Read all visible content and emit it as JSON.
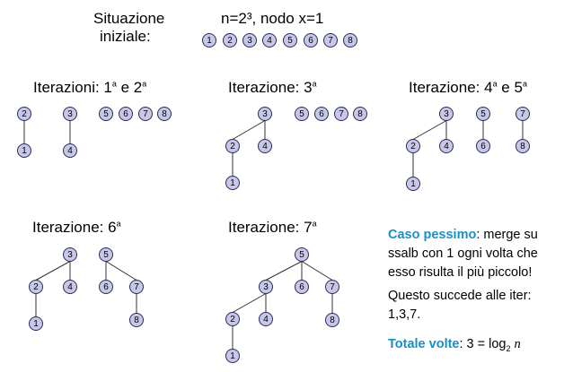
{
  "header": {
    "situation_line1": "Situazione",
    "situation_line2": "iniziale:",
    "params": "n=2³, nodo x=1"
  },
  "initial_nodes": [
    "1",
    "2",
    "3",
    "4",
    "5",
    "6",
    "7",
    "8"
  ],
  "panels": [
    {
      "title_prefix": "Iterazioni: 1",
      "title_sup": "a",
      "title_mid": " e 2",
      "title_sup2": "a"
    },
    {
      "title_prefix": "Iterazione: 3",
      "title_sup": "a"
    },
    {
      "title_prefix": "Iterazione: 4",
      "title_sup": "a",
      "title_mid": " e 5",
      "title_sup2": "a"
    },
    {
      "title_prefix": "Iterazione: 6",
      "title_sup": "a"
    },
    {
      "title_prefix": "Iterazione: 7",
      "title_sup": "a"
    }
  ],
  "trees": [
    {
      "nodes": [
        {
          "id": "p1-2",
          "label": "2"
        },
        {
          "id": "p1-1",
          "label": "1"
        },
        {
          "id": "p1-3",
          "label": "3"
        },
        {
          "id": "p1-4",
          "label": "4"
        },
        {
          "id": "p1-5",
          "label": "5"
        },
        {
          "id": "p1-6",
          "label": "6"
        },
        {
          "id": "p1-7",
          "label": "7"
        },
        {
          "id": "p1-8",
          "label": "8"
        }
      ],
      "edges": [
        [
          "p1-2",
          "p1-1"
        ],
        [
          "p1-3",
          "p1-4"
        ]
      ]
    },
    {
      "nodes": [
        {
          "id": "p2-3",
          "label": "3"
        },
        {
          "id": "p2-2",
          "label": "2"
        },
        {
          "id": "p2-4",
          "label": "4"
        },
        {
          "id": "p2-1",
          "label": "1"
        },
        {
          "id": "p2-5",
          "label": "5"
        },
        {
          "id": "p2-6",
          "label": "6"
        },
        {
          "id": "p2-7",
          "label": "7"
        },
        {
          "id": "p2-8",
          "label": "8"
        }
      ],
      "edges": [
        [
          "p2-3",
          "p2-2"
        ],
        [
          "p2-3",
          "p2-4"
        ],
        [
          "p2-2",
          "p2-1"
        ]
      ]
    },
    {
      "nodes": [
        {
          "id": "p3-3",
          "label": "3"
        },
        {
          "id": "p3-2",
          "label": "2"
        },
        {
          "id": "p3-4",
          "label": "4"
        },
        {
          "id": "p3-1",
          "label": "1"
        },
        {
          "id": "p3-5",
          "label": "5"
        },
        {
          "id": "p3-6",
          "label": "6"
        },
        {
          "id": "p3-7",
          "label": "7"
        },
        {
          "id": "p3-8",
          "label": "8"
        }
      ],
      "edges": [
        [
          "p3-3",
          "p3-2"
        ],
        [
          "p3-3",
          "p3-4"
        ],
        [
          "p3-2",
          "p3-1"
        ],
        [
          "p3-5",
          "p3-6"
        ],
        [
          "p3-7",
          "p3-8"
        ]
      ]
    },
    {
      "nodes": [
        {
          "id": "p4-3",
          "label": "3"
        },
        {
          "id": "p4-2",
          "label": "2"
        },
        {
          "id": "p4-4",
          "label": "4"
        },
        {
          "id": "p4-1",
          "label": "1"
        },
        {
          "id": "p4-5",
          "label": "5"
        },
        {
          "id": "p4-6",
          "label": "6"
        },
        {
          "id": "p4-7",
          "label": "7"
        },
        {
          "id": "p4-8",
          "label": "8"
        }
      ],
      "edges": [
        [
          "p4-3",
          "p4-2"
        ],
        [
          "p4-3",
          "p4-4"
        ],
        [
          "p4-2",
          "p4-1"
        ],
        [
          "p4-5",
          "p4-6"
        ],
        [
          "p4-5",
          "p4-7"
        ],
        [
          "p4-7",
          "p4-8"
        ]
      ]
    },
    {
      "nodes": [
        {
          "id": "p5-5",
          "label": "5"
        },
        {
          "id": "p5-3",
          "label": "3"
        },
        {
          "id": "p5-6",
          "label": "6"
        },
        {
          "id": "p5-7",
          "label": "7"
        },
        {
          "id": "p5-2",
          "label": "2"
        },
        {
          "id": "p5-4",
          "label": "4"
        },
        {
          "id": "p5-8",
          "label": "8"
        },
        {
          "id": "p5-1",
          "label": "1"
        }
      ],
      "edges": [
        [
          "p5-5",
          "p5-3"
        ],
        [
          "p5-5",
          "p5-6"
        ],
        [
          "p5-5",
          "p5-7"
        ],
        [
          "p5-3",
          "p5-2"
        ],
        [
          "p5-3",
          "p5-4"
        ],
        [
          "p5-2",
          "p5-1"
        ],
        [
          "p5-7",
          "p5-8"
        ]
      ]
    }
  ],
  "side_text": {
    "worst_case_label": "Caso pessimo",
    "worst_case_rest1": ": merge su",
    "worst_case_line2": "ssalb con 1 ogni volta che",
    "worst_case_line3": "esso risulta il più piccolo!",
    "happens_line1": "Questo succede alle iter:",
    "happens_line2": "1,3,7.",
    "total_label": "Totale volte",
    "total_rest": ": 3 = log",
    "total_sub": "2",
    "total_var": "n"
  },
  "colors": {
    "accent": "#1a8fc4",
    "node_fill": "#c7c7e8",
    "node_stroke": "#2b2b5a"
  }
}
